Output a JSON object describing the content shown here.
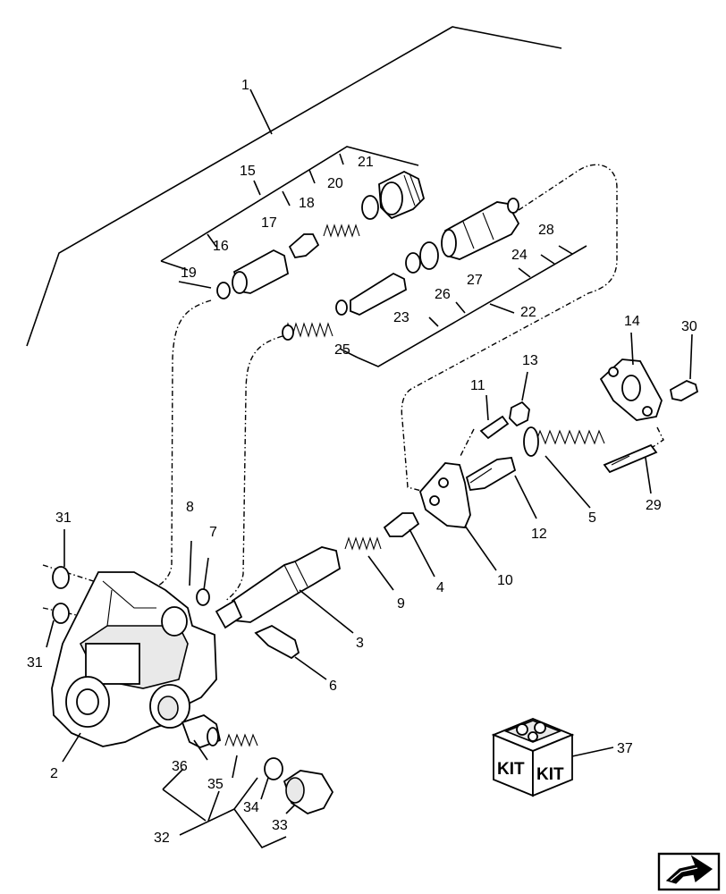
{
  "diagram": {
    "callouts": [
      "1",
      "2",
      "3",
      "4",
      "5",
      "6",
      "7",
      "8",
      "9",
      "10",
      "11",
      "12",
      "13",
      "14",
      "15",
      "16",
      "17",
      "18",
      "19",
      "20",
      "21",
      "22",
      "23",
      "24",
      "25",
      "26",
      "27",
      "28",
      "29",
      "30",
      "31",
      "32",
      "33",
      "34",
      "35",
      "36",
      "37"
    ],
    "kit_label": "KIT",
    "nav_icon": "next-page-arrow-icon"
  }
}
